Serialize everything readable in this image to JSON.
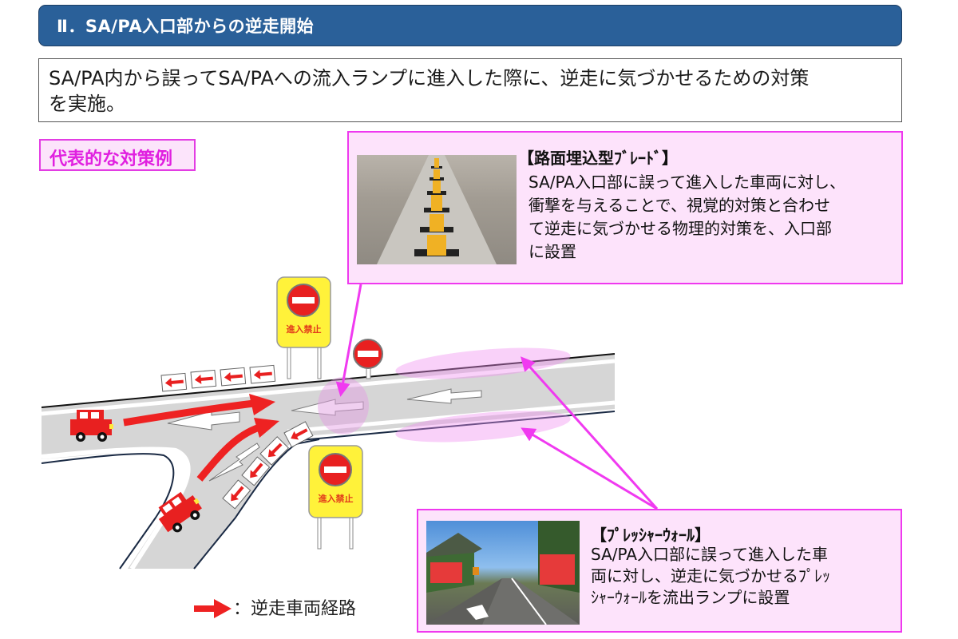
{
  "header": {
    "title": "Ⅱ．SA/PA入口部からの逆走開始",
    "color": "#2a6099"
  },
  "summary": {
    "line1": "SA/PA内から誤ってSA/PAへの流入ランプに進入した際に、逆走に気づかせるための対策",
    "line2": "を実施。"
  },
  "example_label": "代表的な対策例",
  "countermeasures": [
    {
      "title": "【路面埋込型ﾌﾞﾚｰﾄﾞ】",
      "lines": [
        "SA/PA入口部に誤って進入した車両に対し、",
        "衝撃を与えることで、視覚的対策と合わせ",
        "て逆走に気づかせる物理的対策を、入口部",
        "に設置"
      ],
      "photo": "road-embedded-blade-photo"
    },
    {
      "title": "【ﾌﾟﾚｯｼｬｰｳｫｰﾙ】",
      "lines": [
        "SA/PA入口部に誤って進入した車",
        "両に対し、逆走に気づかせるﾌﾟﾚｯ",
        "ｼｬｰｳｫｰﾙを流出ランプに設置"
      ],
      "photo": "pressure-wall-photo"
    }
  ],
  "signs": {
    "no_entry_text": "進入禁止"
  },
  "legend": {
    "label": "：逆走車両経路",
    "arrow_color": "#ee2222"
  },
  "colors": {
    "accent_magenta": "#ef39ef",
    "callout_bg": "#fde3fb",
    "road_gray": "#d6d6d6",
    "car_red": "#e82020",
    "sign_yellow": "#fff23a"
  }
}
